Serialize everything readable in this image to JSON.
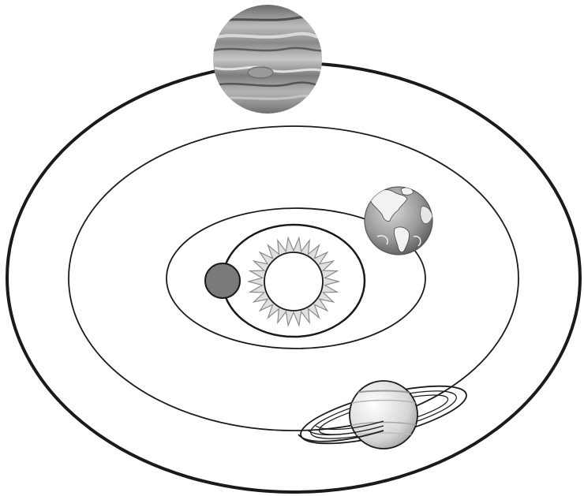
{
  "diagram": {
    "background": "#ffffff",
    "orbit_color": "#1a1a1a",
    "bodies": [
      {
        "name": "sun",
        "icon": "sun-icon"
      },
      {
        "name": "small-planet",
        "icon": "small-planet-icon",
        "fill": "#7a7a7a"
      },
      {
        "name": "earth",
        "icon": "earth-icon"
      },
      {
        "name": "saturn",
        "icon": "saturn-icon"
      },
      {
        "name": "jupiter",
        "icon": "jupiter-icon"
      }
    ]
  }
}
